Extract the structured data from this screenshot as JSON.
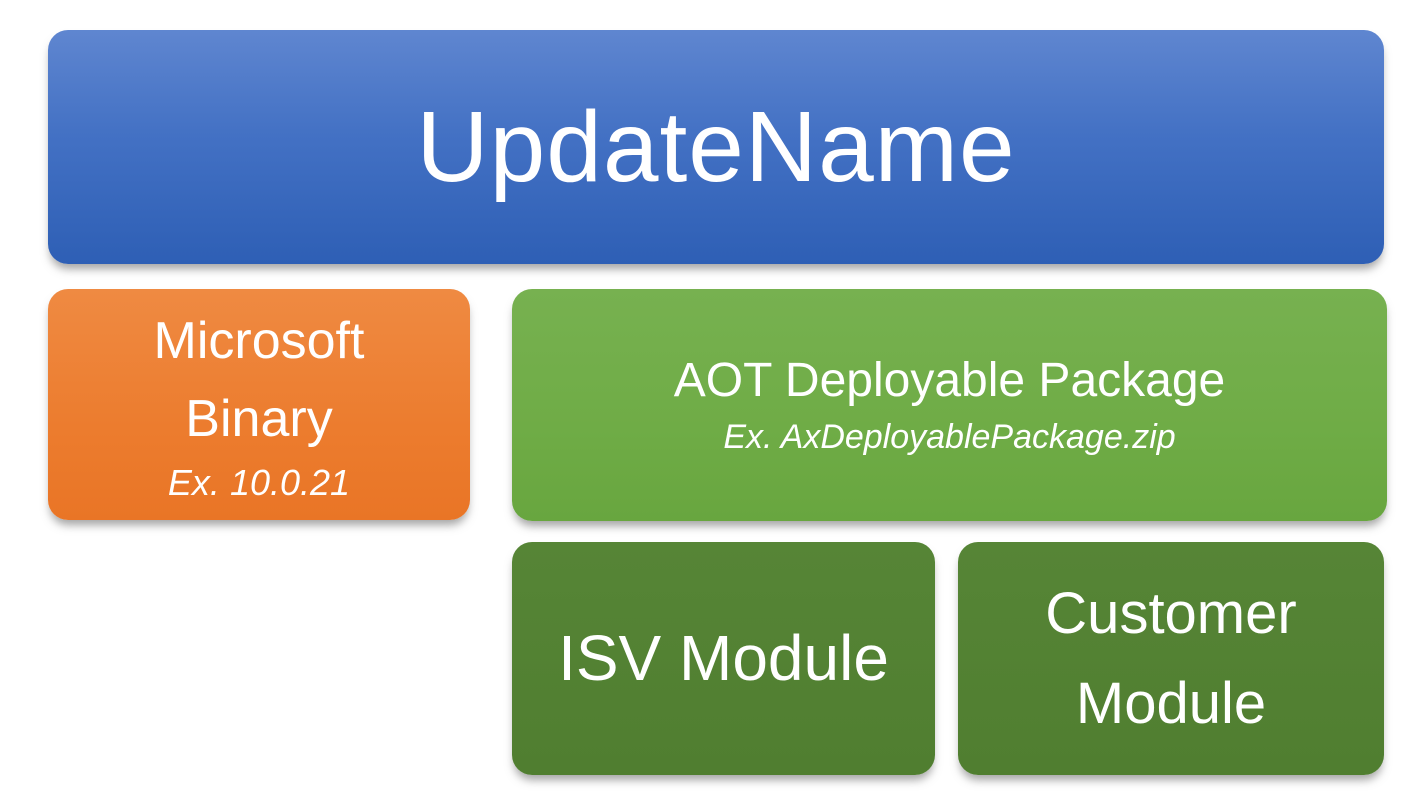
{
  "boxes": {
    "update_name": {
      "label": "UpdateName"
    },
    "microsoft_binary": {
      "label": "Microsoft Binary",
      "example": "Ex. 10.0.21"
    },
    "aot_package": {
      "label": "AOT Deployable Package",
      "example": "Ex. AxDeployablePackage.zip"
    },
    "isv_module": {
      "label": "ISV Module"
    },
    "customer_module": {
      "label": "Customer Module"
    }
  },
  "colors": {
    "blue_gradient_top": "#5F86D0",
    "blue_gradient_bottom": "#2E5FB5",
    "orange": "#EC7D2F",
    "light_green": "#6FAC46",
    "dark_green": "#52812F",
    "text": "#FFFFFF",
    "background": "#FFFFFF"
  }
}
